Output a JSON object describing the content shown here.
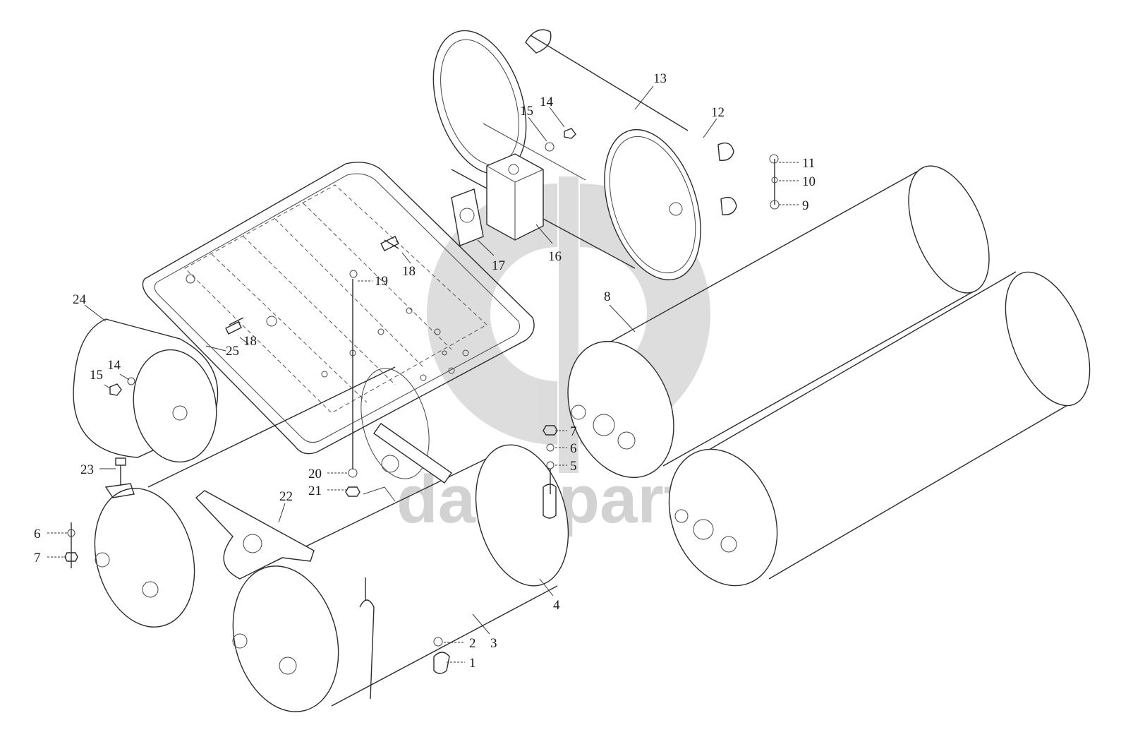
{
  "watermark": {
    "text": "data-parts",
    "color": "#d2d2d2"
  },
  "callouts": {
    "c1": "1",
    "c2": "2",
    "c3": "3",
    "c4": "4",
    "c5": "5",
    "c6a": "6",
    "c6b": "6",
    "c7a": "7",
    "c7b": "7",
    "c8": "8",
    "c9": "9",
    "c10": "10",
    "c11": "11",
    "c12": "12",
    "c13": "13",
    "c14a": "14",
    "c14b": "14",
    "c15a": "15",
    "c15b": "15",
    "c16": "16",
    "c17": "17",
    "c18a": "18",
    "c18b": "18",
    "c19": "19",
    "c20": "20",
    "c21": "21",
    "c22": "22",
    "c23": "23",
    "c24": "24",
    "c25": "25"
  }
}
